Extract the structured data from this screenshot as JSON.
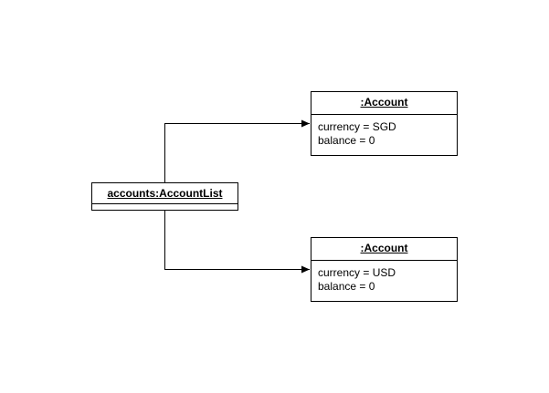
{
  "diagram": {
    "objects": [
      {
        "title": "accounts:AccountList",
        "attributes": []
      },
      {
        "title": ":Account",
        "attributes": [
          "currency = SGD",
          "balance = 0"
        ]
      },
      {
        "title": ":Account",
        "attributes": [
          "currency = USD",
          "balance = 0"
        ]
      }
    ],
    "links": [
      {
        "from": "accounts:AccountList",
        "to": ":Account (currency = SGD)"
      },
      {
        "from": "accounts:AccountList",
        "to": ":Account (currency = USD)"
      }
    ],
    "colors": {
      "stroke": "#000000",
      "fill": "#ffffff"
    }
  }
}
